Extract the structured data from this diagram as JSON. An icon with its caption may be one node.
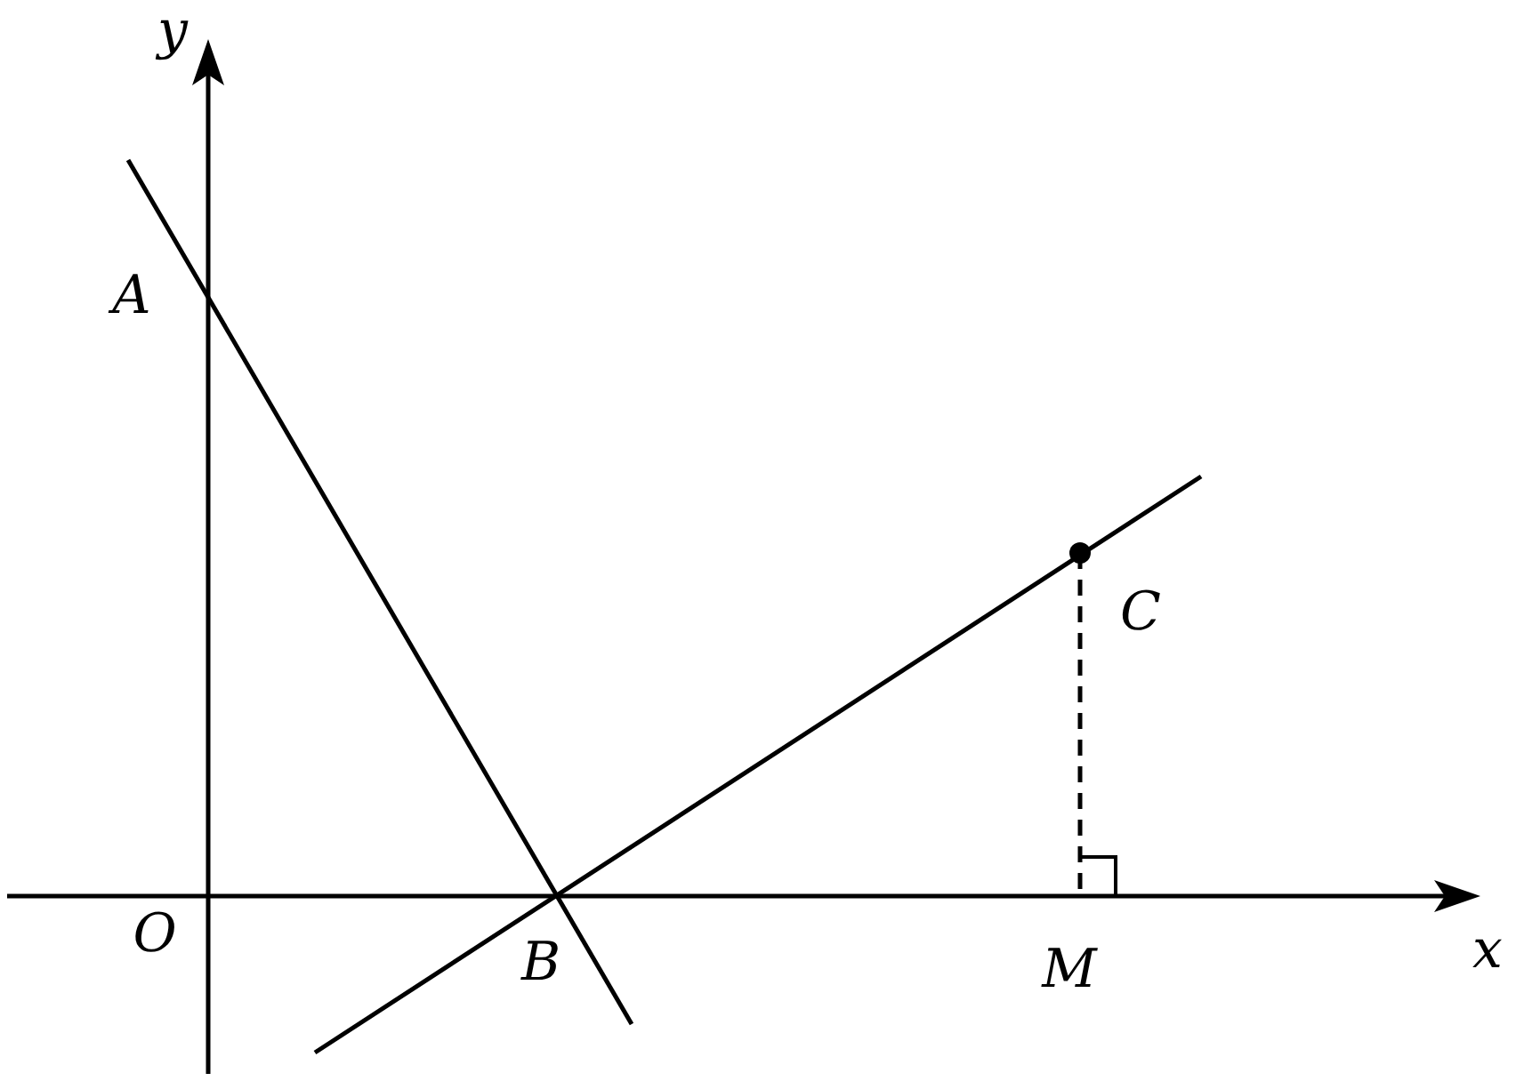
{
  "diagram": {
    "labels": [
      "y",
      "A",
      "C",
      "O",
      "B",
      "M",
      "x"
    ]
  }
}
